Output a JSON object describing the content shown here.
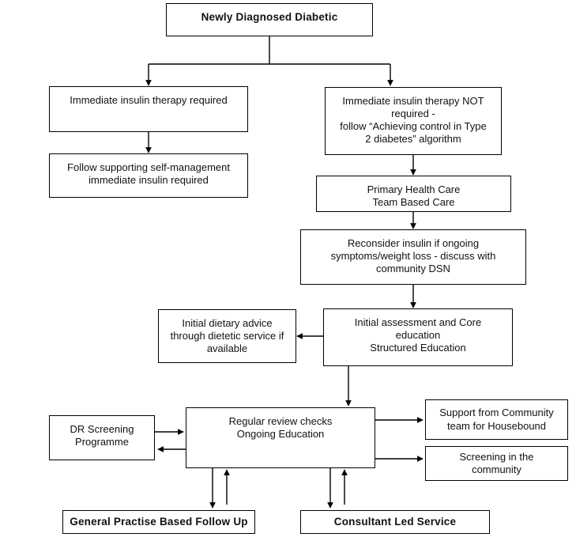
{
  "diagram": {
    "title": "Newly Diagnosed Diabetic care pathway flowchart",
    "type": "flowchart",
    "stroke_color": "#000000",
    "background_color": "#ffffff",
    "nodes": [
      {
        "id": "newly-diagnosed-diabetic",
        "label": "Newly Diagnosed  Diabetic",
        "bold": true
      },
      {
        "id": "immediate-insulin-required",
        "label": "Immediate insulin therapy required",
        "bold": false
      },
      {
        "id": "immediate-insulin-not-required",
        "label": "Immediate insulin therapy NOT\nrequired -\nfollow “Achieving control in Type\n2 diabetes” algorithm",
        "bold": false
      },
      {
        "id": "follow-supporting-self-management",
        "label": "Follow supporting self-management\nimmediate insulin required",
        "bold": false
      },
      {
        "id": "primary-health-care",
        "label": "Primary Health Care\nTeam Based Care",
        "bold": false
      },
      {
        "id": "reconsider-insulin",
        "label": "Reconsider insulin if ongoing\nsymptoms/weight loss - discuss with\ncommunity DSN",
        "bold": false
      },
      {
        "id": "initial-dietary-advice",
        "label": "Initial dietary advice\nthrough dietetic service if\navailable",
        "bold": false
      },
      {
        "id": "initial-assessment-core-education",
        "label": "Initial assessment and Core\neducation\nStructured Education",
        "bold": false
      },
      {
        "id": "dr-screening-programme",
        "label": "DR Screening\nProgramme",
        "bold": false
      },
      {
        "id": "regular-review-checks",
        "label": "Regular review  checks\nOngoing Education",
        "bold": false
      },
      {
        "id": "support-community-housebound",
        "label": "Support from Community\nteam for Housebound",
        "bold": false
      },
      {
        "id": "screening-in-community",
        "label": "Screening in the\ncommunity",
        "bold": false
      },
      {
        "id": "general-practise-follow-up",
        "label": "General Practise  Based  Follow Up",
        "bold": true
      },
      {
        "id": "consultant-led-service",
        "label": "Consultant Led  Service",
        "bold": true
      }
    ],
    "edges": [
      {
        "from": "newly-diagnosed-diabetic",
        "to": "immediate-insulin-required",
        "direction": "one-way"
      },
      {
        "from": "newly-diagnosed-diabetic",
        "to": "immediate-insulin-not-required",
        "direction": "one-way"
      },
      {
        "from": "immediate-insulin-required",
        "to": "follow-supporting-self-management",
        "direction": "one-way"
      },
      {
        "from": "immediate-insulin-not-required",
        "to": "primary-health-care",
        "direction": "one-way"
      },
      {
        "from": "primary-health-care",
        "to": "reconsider-insulin",
        "direction": "one-way"
      },
      {
        "from": "reconsider-insulin",
        "to": "initial-assessment-core-education",
        "direction": "one-way"
      },
      {
        "from": "initial-assessment-core-education",
        "to": "initial-dietary-advice",
        "direction": "one-way"
      },
      {
        "from": "initial-assessment-core-education",
        "to": "regular-review-checks",
        "direction": "one-way"
      },
      {
        "from": "dr-screening-programme",
        "to": "regular-review-checks",
        "direction": "two-way"
      },
      {
        "from": "regular-review-checks",
        "to": "support-community-housebound",
        "direction": "one-way"
      },
      {
        "from": "regular-review-checks",
        "to": "screening-in-community",
        "direction": "one-way"
      },
      {
        "from": "regular-review-checks",
        "to": "general-practise-follow-up",
        "direction": "two-way"
      },
      {
        "from": "regular-review-checks",
        "to": "consultant-led-service",
        "direction": "two-way"
      }
    ]
  }
}
